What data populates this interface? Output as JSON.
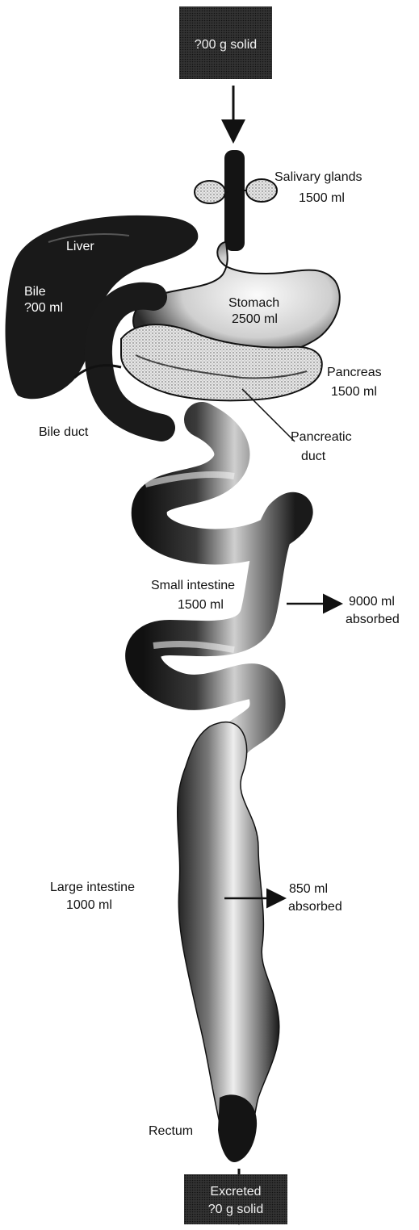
{
  "input_box": {
    "text": "?00 g solid"
  },
  "output_box": {
    "line1": "Excreted",
    "line2": "?0 g solid"
  },
  "organs": {
    "salivary": {
      "name": "Salivary glands",
      "volume": "1500 ml"
    },
    "liver": {
      "name": "Liver"
    },
    "bile": {
      "name": "Bile",
      "volume": "?00 ml"
    },
    "stomach": {
      "name": "Stomach",
      "volume": "2500 ml"
    },
    "pancreas": {
      "name": "Pancreas",
      "volume": "1500 ml"
    },
    "bile_duct": {
      "name": "Bile duct"
    },
    "pancreatic_duct": {
      "line1": "Pancreatic",
      "line2": "duct"
    },
    "small_intestine": {
      "name": "Small intestine",
      "volume": "1500 ml"
    },
    "large_intestine": {
      "name": "Large intestine",
      "volume": "1000 ml"
    },
    "rectum": {
      "name": "Rectum"
    }
  },
  "absorption": {
    "small": {
      "volume": "9000 ml",
      "label": "absorbed"
    },
    "large": {
      "volume": "850 ml",
      "label": "absorbed"
    }
  },
  "colors": {
    "ink": "#111111",
    "box": "#1a1a1a",
    "organ_dark": "#1c1c1c",
    "organ_light": "#d9d9d9"
  }
}
